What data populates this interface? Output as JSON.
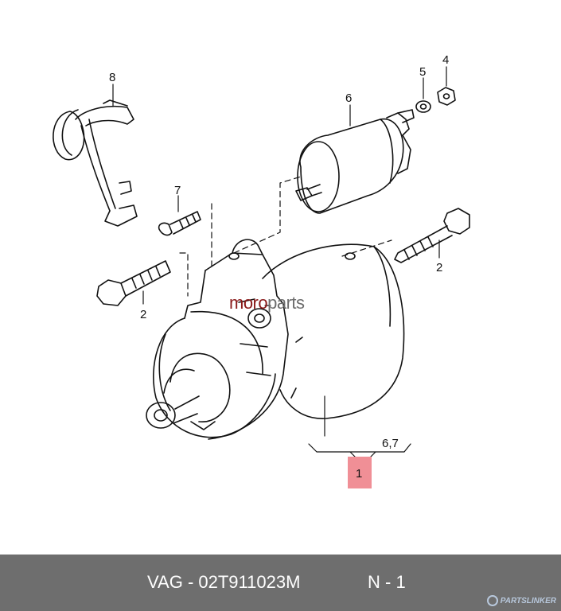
{
  "diagram": {
    "callouts": {
      "c1": "1",
      "c2a": "2",
      "c2b": "2",
      "c4": "4",
      "c5": "5",
      "c6": "6",
      "c67": "6,7",
      "c7": "7",
      "c8": "8"
    },
    "highlight_color": "#f08f96"
  },
  "watermark": {
    "part1": "moro",
    "part2": "parts"
  },
  "footer": {
    "part_code": "VAG - 02T911023M",
    "position": "N - 1",
    "brand": "PARTSLINKER"
  }
}
